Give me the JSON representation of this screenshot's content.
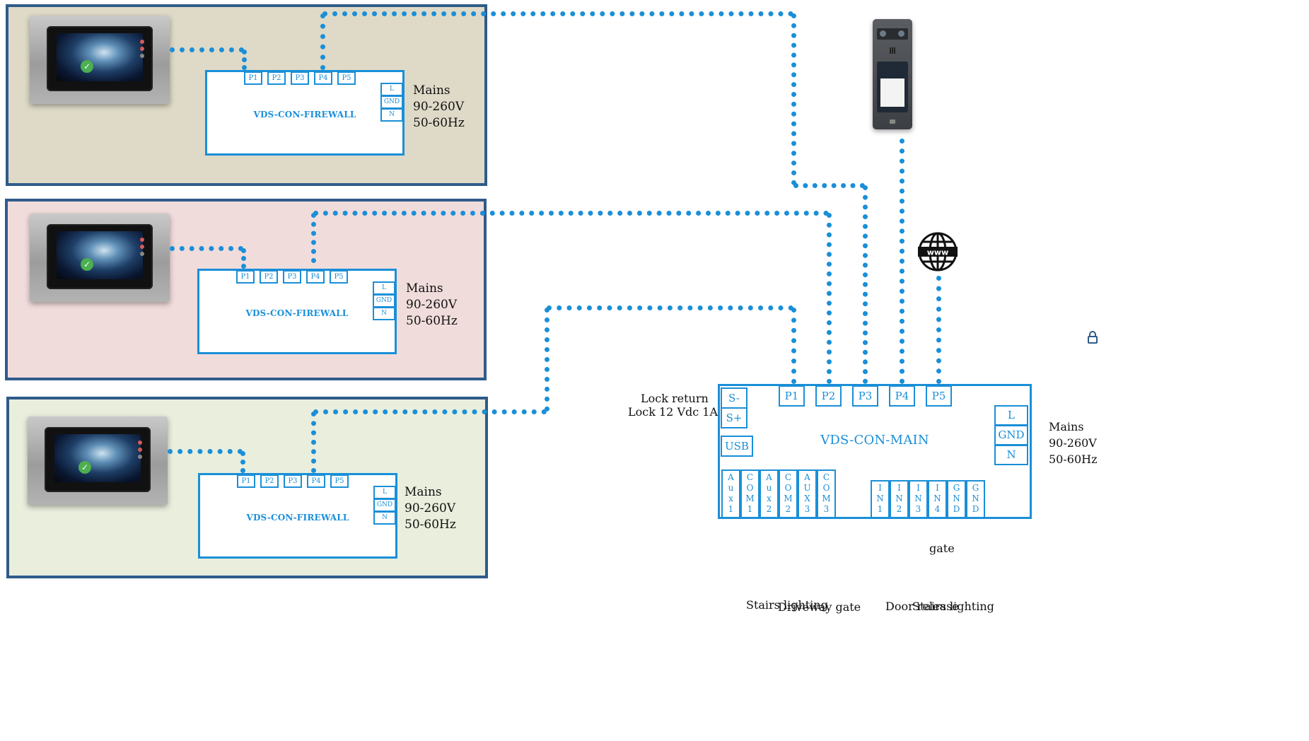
{
  "firewalls": [
    {
      "ports": [
        "P1",
        "P2",
        "P3",
        "P4",
        "P5"
      ],
      "power": [
        "L",
        "GND",
        "N"
      ],
      "label": "VDS-CON-FIREWALL",
      "mains": [
        "Mains",
        "90-260V",
        "50-60Hz"
      ],
      "zone_color": "#dfdac7"
    },
    {
      "ports": [
        "P1",
        "P2",
        "P3",
        "P4",
        "P5"
      ],
      "power": [
        "L",
        "GND",
        "N"
      ],
      "label": "VDS-CON-FIREWALL",
      "mains": [
        "Mains",
        "90-260V",
        "50-60Hz"
      ],
      "zone_color": "#f1dcdc"
    },
    {
      "ports": [
        "P1",
        "P2",
        "P3",
        "P4",
        "P5"
      ],
      "power": [
        "L",
        "GND",
        "N"
      ],
      "label": "VDS-CON-FIREWALL",
      "mains": [
        "Mains",
        "90-260V",
        "50-60Hz"
      ],
      "zone_color": "#e9eedd"
    }
  ],
  "main": {
    "label": "VDS-CON-MAIN",
    "ports": [
      "P1",
      "P2",
      "P3",
      "P4",
      "P5"
    ],
    "left_terms": [
      "S-",
      "S+",
      "USB"
    ],
    "power": [
      "L",
      "GND",
      "N"
    ],
    "aux_terms": [
      [
        "A",
        "u",
        "x",
        "1"
      ],
      [
        "C",
        "O",
        "M",
        "1"
      ],
      [
        "A",
        "u",
        "x",
        "2"
      ],
      [
        "C",
        "O",
        "M",
        "2"
      ],
      [
        "A",
        "U",
        "X",
        "3"
      ],
      [
        "C",
        "O",
        "M",
        "3"
      ]
    ],
    "in_terms": [
      [
        "I",
        "N",
        "1"
      ],
      [
        "I",
        "N",
        "2"
      ],
      [
        "I",
        "N",
        "3"
      ],
      [
        "I",
        "N",
        "4"
      ],
      [
        "G",
        "N",
        "D"
      ],
      [
        "G",
        "N",
        "D"
      ]
    ],
    "mains": [
      "Mains",
      "90-260V",
      "50-60Hz"
    ]
  },
  "lock": {
    "line1": "Lock return",
    "line2": "Lock 12 Vdc 1A"
  },
  "labels": {
    "gate": "gate",
    "stairs_lighting": "Stairs lighting",
    "driveway_gate": "Driveway gate",
    "door_release": "Door release",
    "stairs_lighting_2": "Stairs lighting"
  },
  "colors": {
    "wire": "#1a8fd8",
    "zone_border": "#2f5b8a"
  },
  "icons": {
    "internet": "globe-www-icon",
    "lock": "padlock-icon"
  }
}
